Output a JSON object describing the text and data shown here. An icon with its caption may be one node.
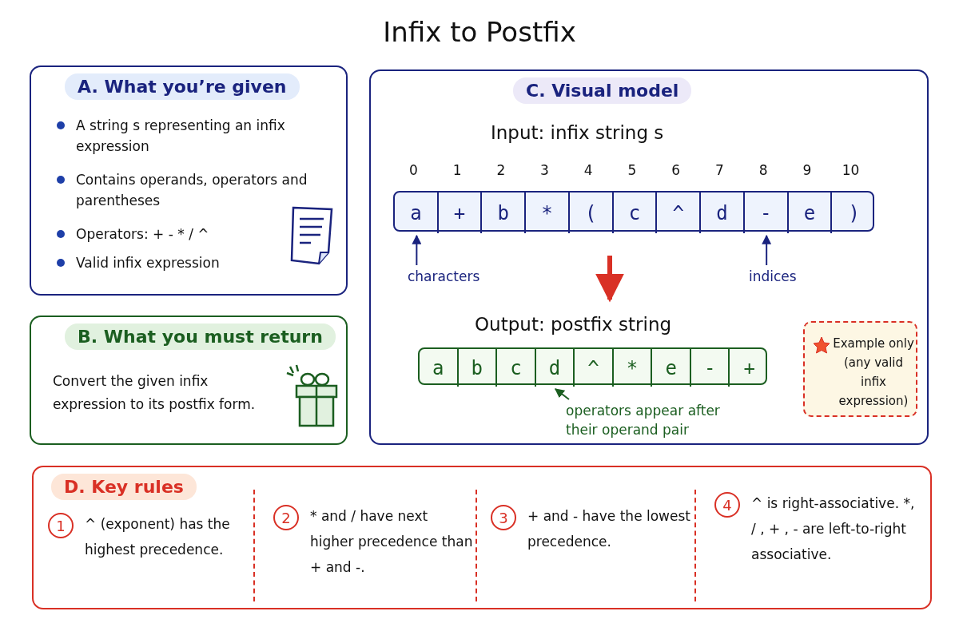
{
  "diagram": {
    "title": "Infix to Postfix",
    "nodes": [
      {
        "text": [
          "A. What you’re given",
          "A string s representing an infix expression",
          "Contains operands, operators and parentheses",
          "Operators: + - * / ^",
          "Valid infix expression"
        ]
      },
      {
        "text": [
          "B. What you must return",
          "Convert the given infix expression to its postfix form."
        ]
      },
      {
        "text": [
          "C. Visual model",
          "Input: infix string s",
          "Output: postfix string"
        ]
      },
      {
        "text": [],
        "shape": "bar",
        "in": 2
      },
      {
        "text": [
          "a"
        ],
        "in": 3,
        "beside": [
          "0"
        ]
      },
      {
        "text": [
          "+"
        ],
        "in": 3,
        "beside": [
          "1"
        ]
      },
      {
        "text": [
          "b"
        ],
        "in": 3,
        "beside": [
          "2"
        ]
      },
      {
        "text": [
          "*"
        ],
        "in": 3,
        "beside": [
          "3"
        ]
      },
      {
        "text": [
          "("
        ],
        "in": 3,
        "beside": [
          "4"
        ]
      },
      {
        "text": [
          "c"
        ],
        "in": 3,
        "beside": [
          "5"
        ]
      },
      {
        "text": [
          "^"
        ],
        "in": 3,
        "beside": [
          "6"
        ]
      },
      {
        "text": [
          "d"
        ],
        "in": 3,
        "beside": [
          "7"
        ]
      },
      {
        "text": [
          "-"
        ],
        "in": 3,
        "beside": [
          "8"
        ]
      },
      {
        "text": [
          "e"
        ],
        "in": 3,
        "beside": [
          "9"
        ]
      },
      {
        "text": [
          ")"
        ],
        "in": 3,
        "beside": [
          "10"
        ]
      },
      {
        "text": [
          "characters"
        ],
        "in": 2
      },
      {
        "text": [
          "indices"
        ],
        "in": 2
      },
      {
        "text": [],
        "shape": "bar",
        "in": 2
      },
      {
        "text": [
          "a"
        ],
        "in": 17
      },
      {
        "text": [
          "b"
        ],
        "in": 17
      },
      {
        "text": [
          "c"
        ],
        "in": 17
      },
      {
        "text": [
          "d"
        ],
        "in": 17
      },
      {
        "text": [
          "^"
        ],
        "in": 17
      },
      {
        "text": [
          "*"
        ],
        "in": 17
      },
      {
        "text": [
          "e"
        ],
        "in": 17
      },
      {
        "text": [
          "-"
        ],
        "in": 17
      },
      {
        "text": [
          "+"
        ],
        "in": 17
      },
      {
        "text": [
          "operators appear after their operand pair"
        ],
        "in": 2
      },
      {
        "text": [
          "Example only (any valid infix expression)"
        ],
        "in": 2
      },
      {
        "text": [
          "D. Key rules"
        ]
      },
      {
        "text": [
          "1"
        ],
        "in": 29,
        "beside": [
          "^ (exponent) has the highest precedence."
        ]
      },
      {
        "text": [
          "2"
        ],
        "in": 29,
        "beside": [
          "* and / have next higher precedence than + and -."
        ]
      },
      {
        "text": [
          "3"
        ],
        "in": 29,
        "beside": [
          "+ and - have the lowest precedence."
        ]
      },
      {
        "text": [
          "4"
        ],
        "in": 29,
        "beside": [
          "^ is right-associative. *, / , + , - are left-to-right associative."
        ]
      }
    ],
    "edges": [
      {
        "from": 15,
        "to": 4,
        "arrow": "to",
        "color": "#1a237e"
      },
      {
        "from": 16,
        "to": 12,
        "arrow": "to",
        "color": "#1a237e"
      },
      {
        "from": 3,
        "to": 17,
        "arrow": "to",
        "style": "thick",
        "color": "#d93025"
      },
      {
        "from": 27,
        "to": 21,
        "arrow": "to",
        "color": "#1b5e20"
      }
    ]
  }
}
